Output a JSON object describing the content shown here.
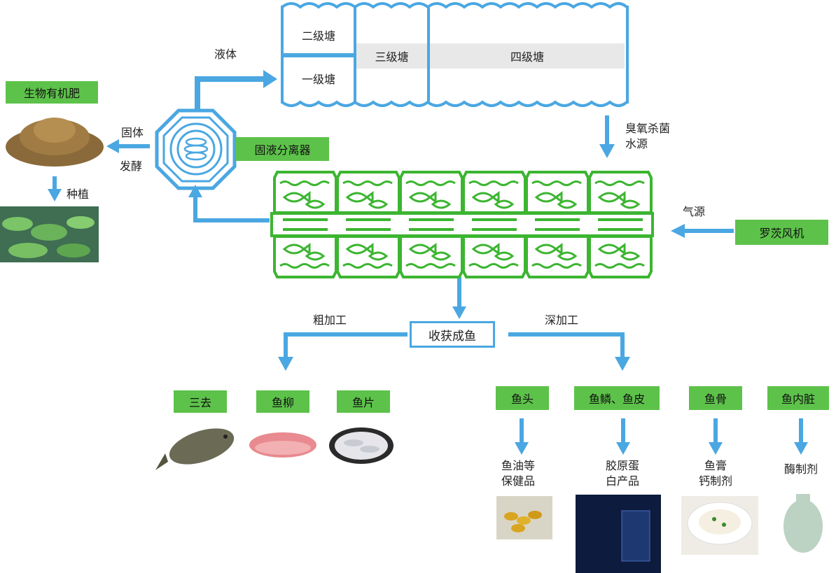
{
  "ponds": {
    "level2": "二级塘",
    "level1": "一级塘",
    "level3": "三级塘",
    "level4": "四级塘"
  },
  "labels": {
    "liquid": "液体",
    "solid": "固体",
    "ferment": "发酵",
    "bio_fertilizer": "生物有机肥",
    "planting": "种植",
    "separator": "固液分离器",
    "ozone_water": [
      "臭氧杀菌",
      "水源"
    ],
    "air_source": "气源",
    "blower": "罗茨风机",
    "harvest": "收获成鱼",
    "rough_processing": "粗加工",
    "deep_processing": "深加工"
  },
  "rough_products": [
    "三去",
    "鱼柳",
    "鱼片"
  ],
  "deep_parts": [
    "鱼头",
    "鱼鳞、鱼皮",
    "鱼骨",
    "鱼内脏"
  ],
  "deep_products": [
    [
      "鱼油等",
      "保健品"
    ],
    [
      "胶原蛋",
      "白产品"
    ],
    [
      "鱼膏",
      "钙制剂"
    ],
    [
      "酶制剂"
    ]
  ],
  "colors": {
    "arrow_blue": "#4aa7e2",
    "tank_green": "#3cb531",
    "label_green": "#5dc24a",
    "pond_blue": "#4aa7e2"
  }
}
